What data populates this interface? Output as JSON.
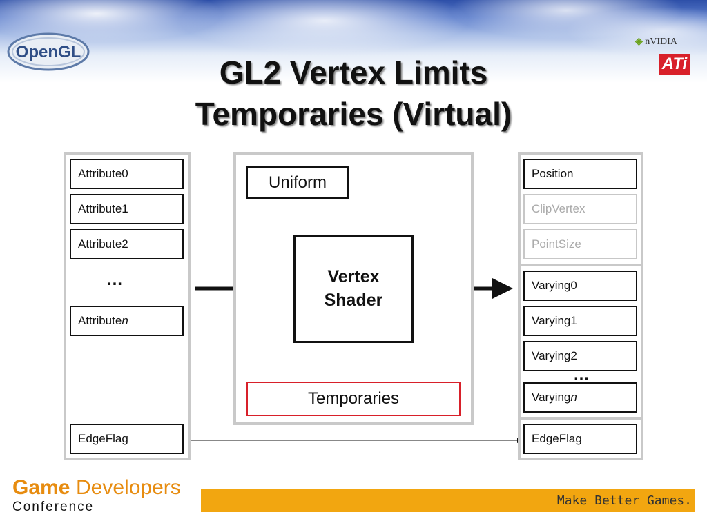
{
  "header": {
    "title_line1": "GL2 Vertex Limits",
    "title_line2": "Temporaries (Virtual)",
    "opengl_logo": "OpenGL",
    "nvidia_logo": "nVIDIA",
    "ati_logo": "ATi"
  },
  "inputs": {
    "items": [
      "Attribute0",
      "Attribute1",
      "Attribute2"
    ],
    "ellipsis": "…",
    "attr_n_prefix": "Attribute",
    "attr_n_suffix": "n",
    "edgeflag": "EdgeFlag"
  },
  "shader": {
    "uniform": "Uniform",
    "vertex_line1": "Vertex",
    "vertex_line2": "Shader",
    "temporaries": "Temporaries"
  },
  "outputs": {
    "position": "Position",
    "clipvertex": "ClipVertex",
    "pointsize": "PointSize",
    "varyings": [
      "Varying0",
      "Varying1",
      "Varying2"
    ],
    "ellipsis": "…",
    "varying_n_prefix": "Varying",
    "varying_n_suffix": "n",
    "edgeflag": "EdgeFlag"
  },
  "footer": {
    "game": "Game",
    "developers": "Developers",
    "conference": "Conference",
    "slogan": "Make Better Games."
  },
  "colors": {
    "accent_orange": "#f2a610",
    "temporaries_border": "#d8202a",
    "panel_border": "#c9c9c9"
  }
}
